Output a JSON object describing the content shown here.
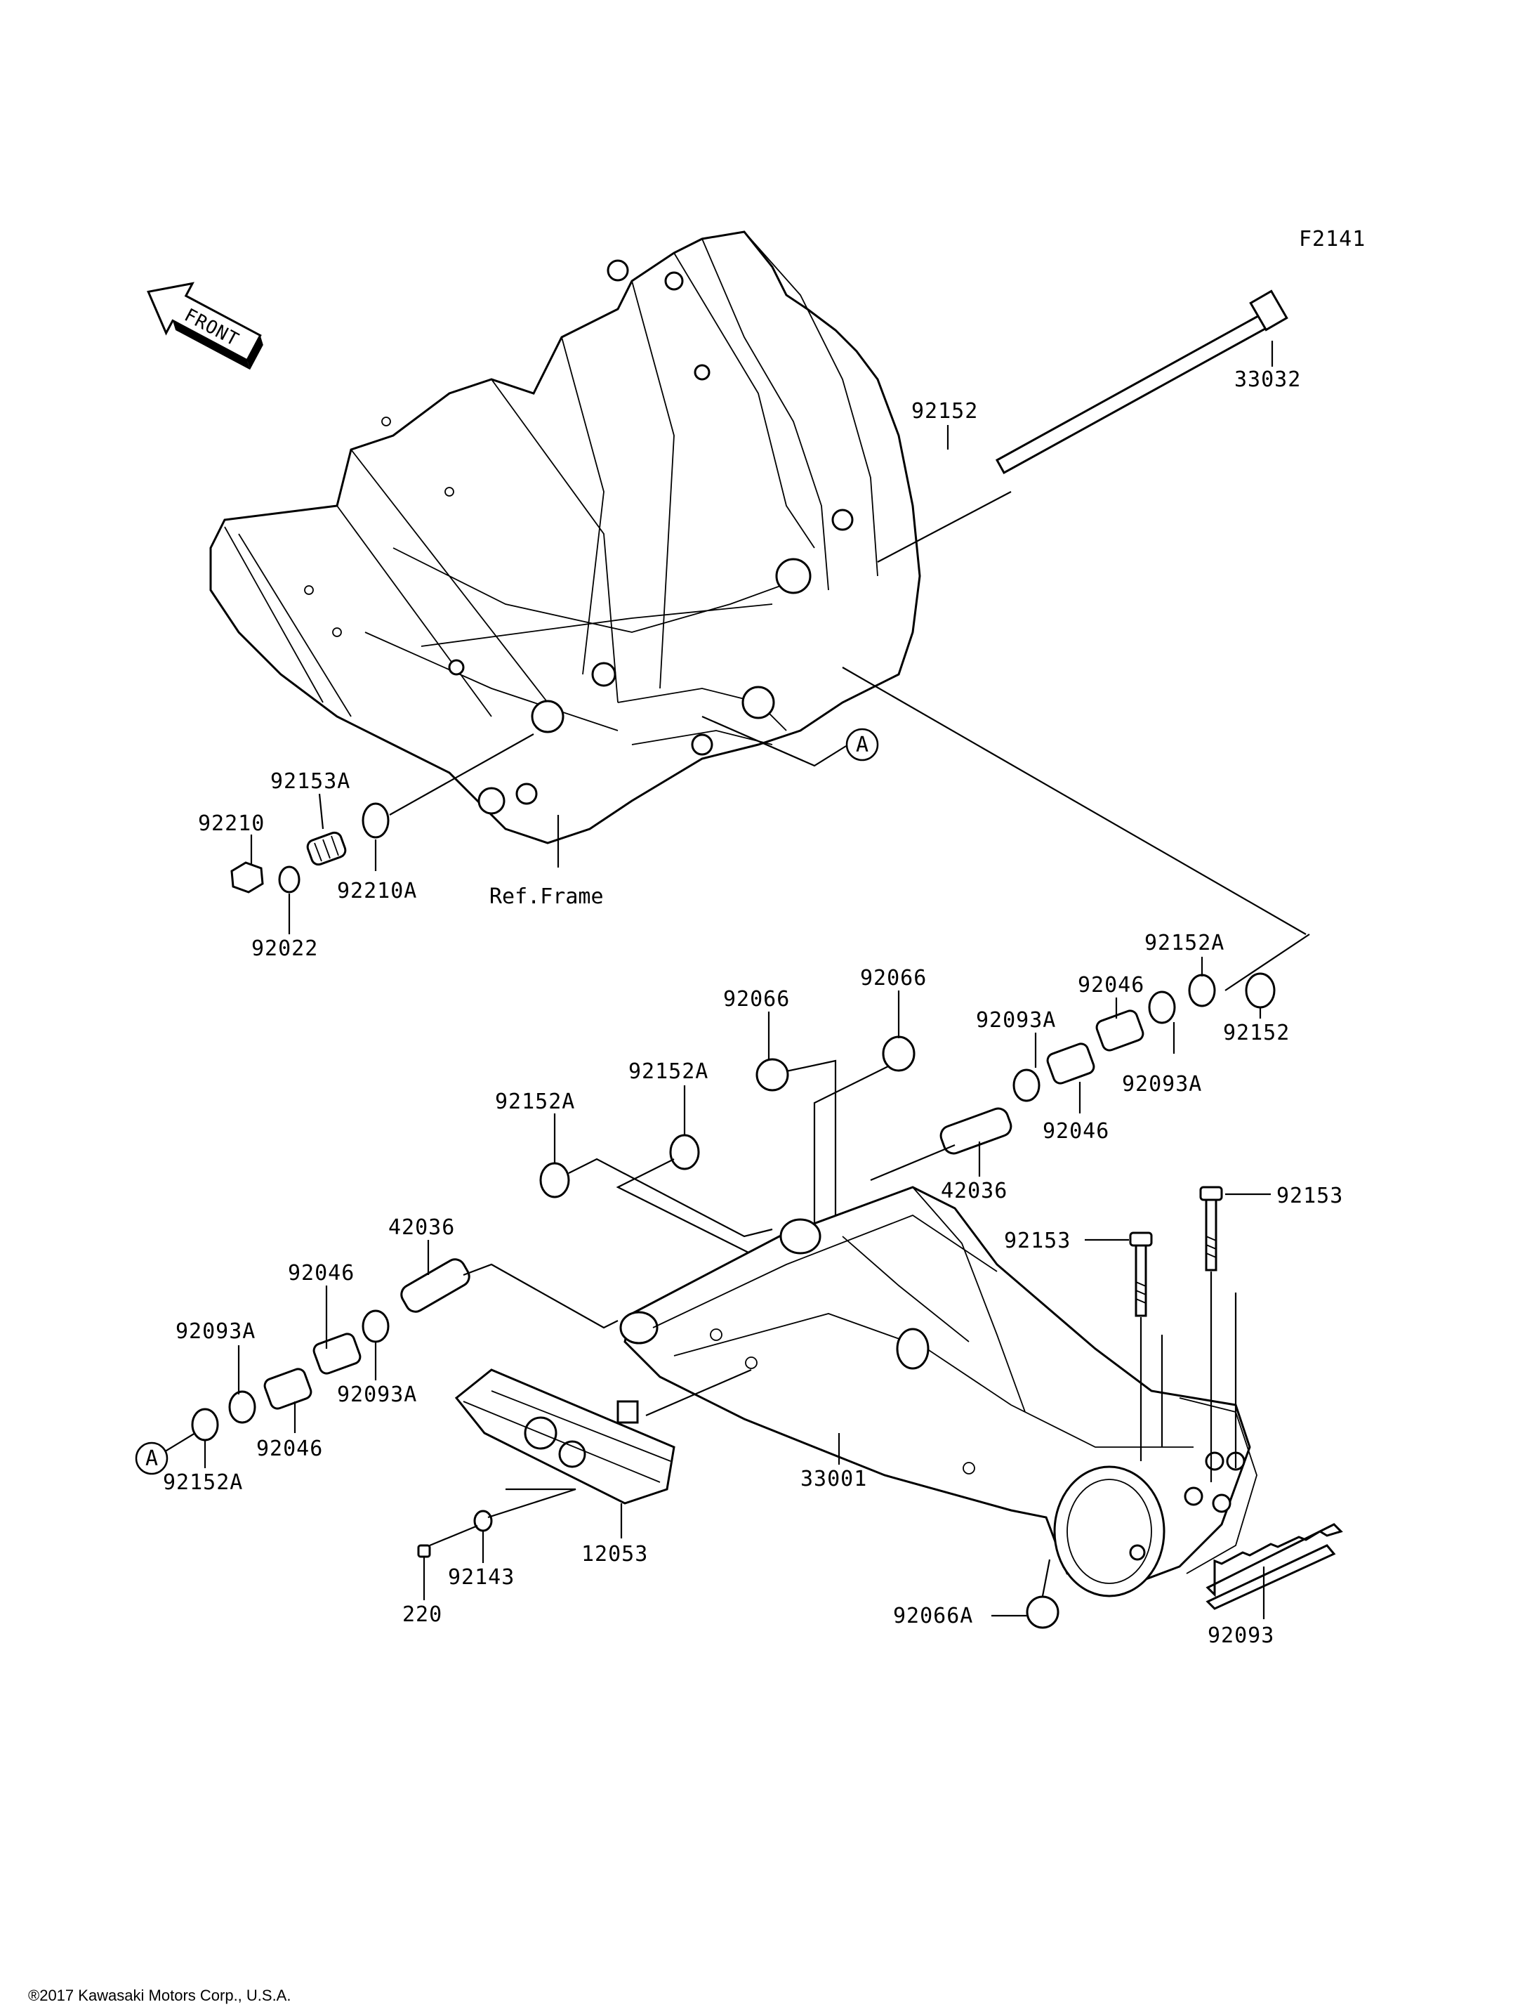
{
  "diagram_code": "F2141",
  "front_label": "FRONT",
  "ref_frame_label": "Ref.Frame",
  "ref_marker": "A",
  "copyright": "®2017 Kawasaki Motors Corp., U.S.A.",
  "callouts": {
    "p33032": "33032",
    "p92152_top": "92152",
    "p92210": "92210",
    "p92153A": "92153A",
    "p92210A": "92210A",
    "p92022": "92022",
    "p92152A_r": "92152A",
    "p92046_r1": "92046",
    "p92093A_r1": "92093A",
    "p92152_r": "92152",
    "p92066_1": "92066",
    "p92066_2": "92066",
    "p92046_r2": "92046",
    "p92093A_r2": "92093A",
    "p92152A_m": "92152A",
    "p92152A_l": "92152A",
    "p42036_r": "42036",
    "p92153_r": "92153",
    "p92153_m": "92153",
    "p42036_l": "42036",
    "p92046_l1": "92046",
    "p92093A_l1": "92093A",
    "p92093A_l2": "92093A",
    "p92046_l2": "92046",
    "p92152A_bl": "92152A",
    "p33001": "33001",
    "p12053": "12053",
    "p92143": "92143",
    "p220": "220",
    "p92066A": "92066A",
    "p92093": "92093"
  }
}
